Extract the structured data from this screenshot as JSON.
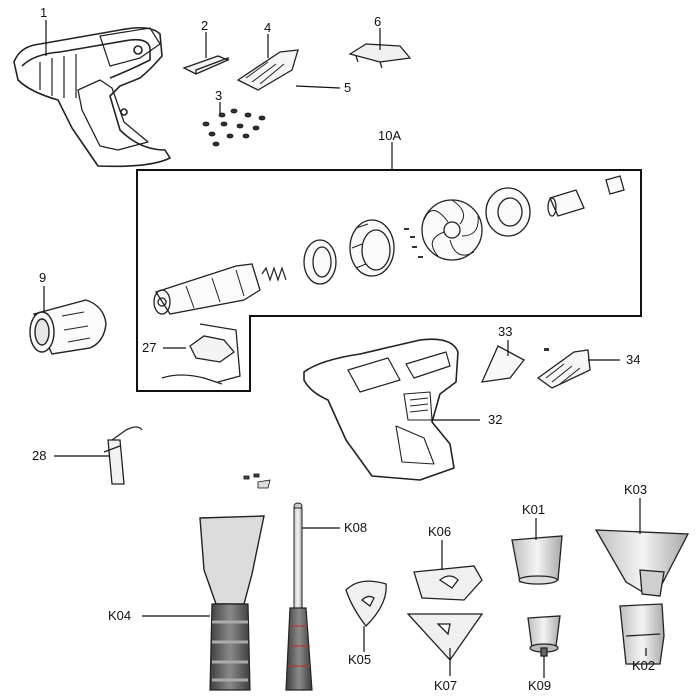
{
  "labels": {
    "p1": "1",
    "p2": "2",
    "p3": "3",
    "p4": "4",
    "p5": "5",
    "p6": "6",
    "p9": "9",
    "p10a": "10A",
    "p27": "27",
    "p28": "28",
    "p32": "32",
    "p33": "33",
    "p34": "34",
    "k01": "K01",
    "k02": "K02",
    "k03": "K03",
    "k04": "K04",
    "k05": "K05",
    "k06": "K06",
    "k07": "K07",
    "k08": "K08",
    "k09": "K09"
  },
  "colors": {
    "line": "#111111",
    "outline": "#222222",
    "handle_grip": "#555555",
    "handle_grip_light": "#8a8a8a",
    "blade": "#d8d8d8",
    "nozzle_glass": "#e6e6e6"
  }
}
